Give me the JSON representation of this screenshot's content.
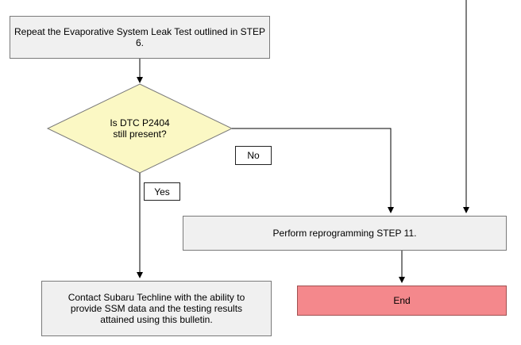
{
  "flowchart": {
    "repeat_test": "Repeat the Evaporative System Leak Test outlined in STEP 6.",
    "decision": "Is DTC P2404\nstill present?",
    "label_no": "No",
    "label_yes": "Yes",
    "reprogram": "Perform reprogramming STEP 11.",
    "contact": "Contact Subaru Techline with the ability to\nprovide SSM data and the testing results\nattained using this bulletin.",
    "end": "End"
  },
  "colors": {
    "process_fill": "#f0f0f0",
    "decision_fill": "#fbf8c4",
    "end_fill": "#f4888c",
    "line": "#000000"
  }
}
